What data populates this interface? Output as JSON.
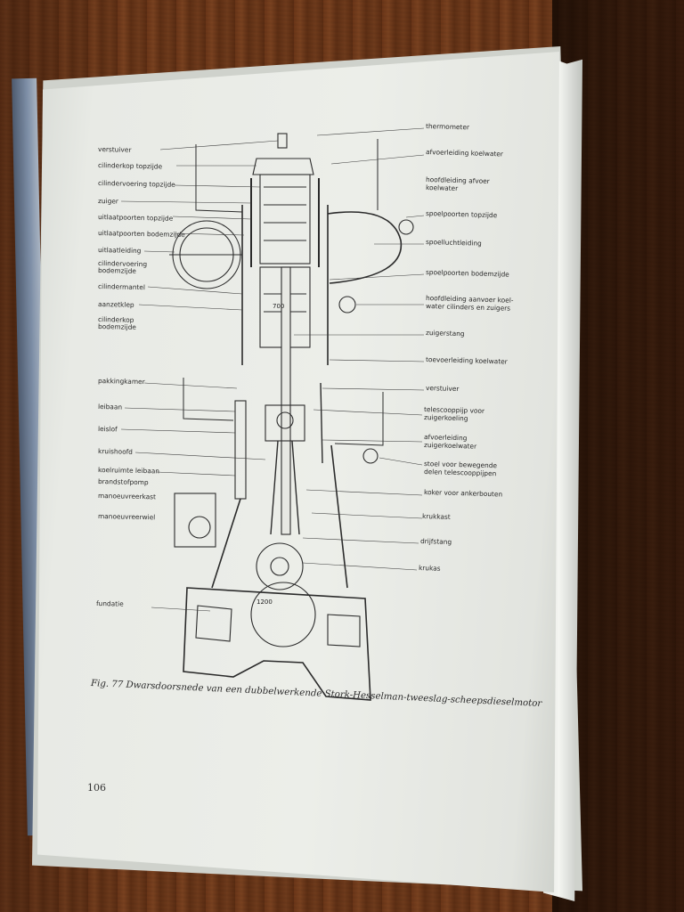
{
  "figure": {
    "caption": "Fig. 77 Dwarsdoorsnede van een dubbelwerkende Stork-Hesselman-tweeslag-scheepsdieselmotor",
    "page_number": "106",
    "dimension_upper": "700",
    "dimension_lower": "1200",
    "labels_left": [
      "verstuiver",
      "cilinderkop topzijde",
      "cilindervoering topzijde",
      "zuiger",
      "uitlaatpoorten topzijde",
      "uitlaatpoorten bodemzijde",
      "uitlaatleiding",
      "cilindervoering",
      "bodemzijde",
      "cilindermantel",
      "aanzetklep",
      "cilinderkop",
      "bodemzijde",
      "pakkingkamer",
      "leibaan",
      "leislof",
      "kruishoofd",
      "koelruimte leibaan",
      "brandstofpomp",
      "manoeuvreerkast",
      "manoeuvreerwiel",
      "fundatie"
    ],
    "labels_right": [
      "thermometer",
      "afvoerleiding koelwater",
      "hoofdleiding afvoer",
      "koelwater",
      "spoelpoorten topzijde",
      "spoelluchtleiding",
      "spoelpoorten bodemzijde",
      "hoofdleiding aanvoer koel-",
      "water cilinders en zuigers",
      "zuigerstang",
      "toevoerleiding koelwater",
      "verstuiver",
      "telescooppijp voor",
      "zuigerkoeling",
      "afvoerleiding",
      "zuigerkoelwater",
      "stoel voor bewegende",
      "delen telescooppijpen",
      "koker voor ankerbouten",
      "krukkast",
      "drijfstang",
      "krukas"
    ]
  }
}
